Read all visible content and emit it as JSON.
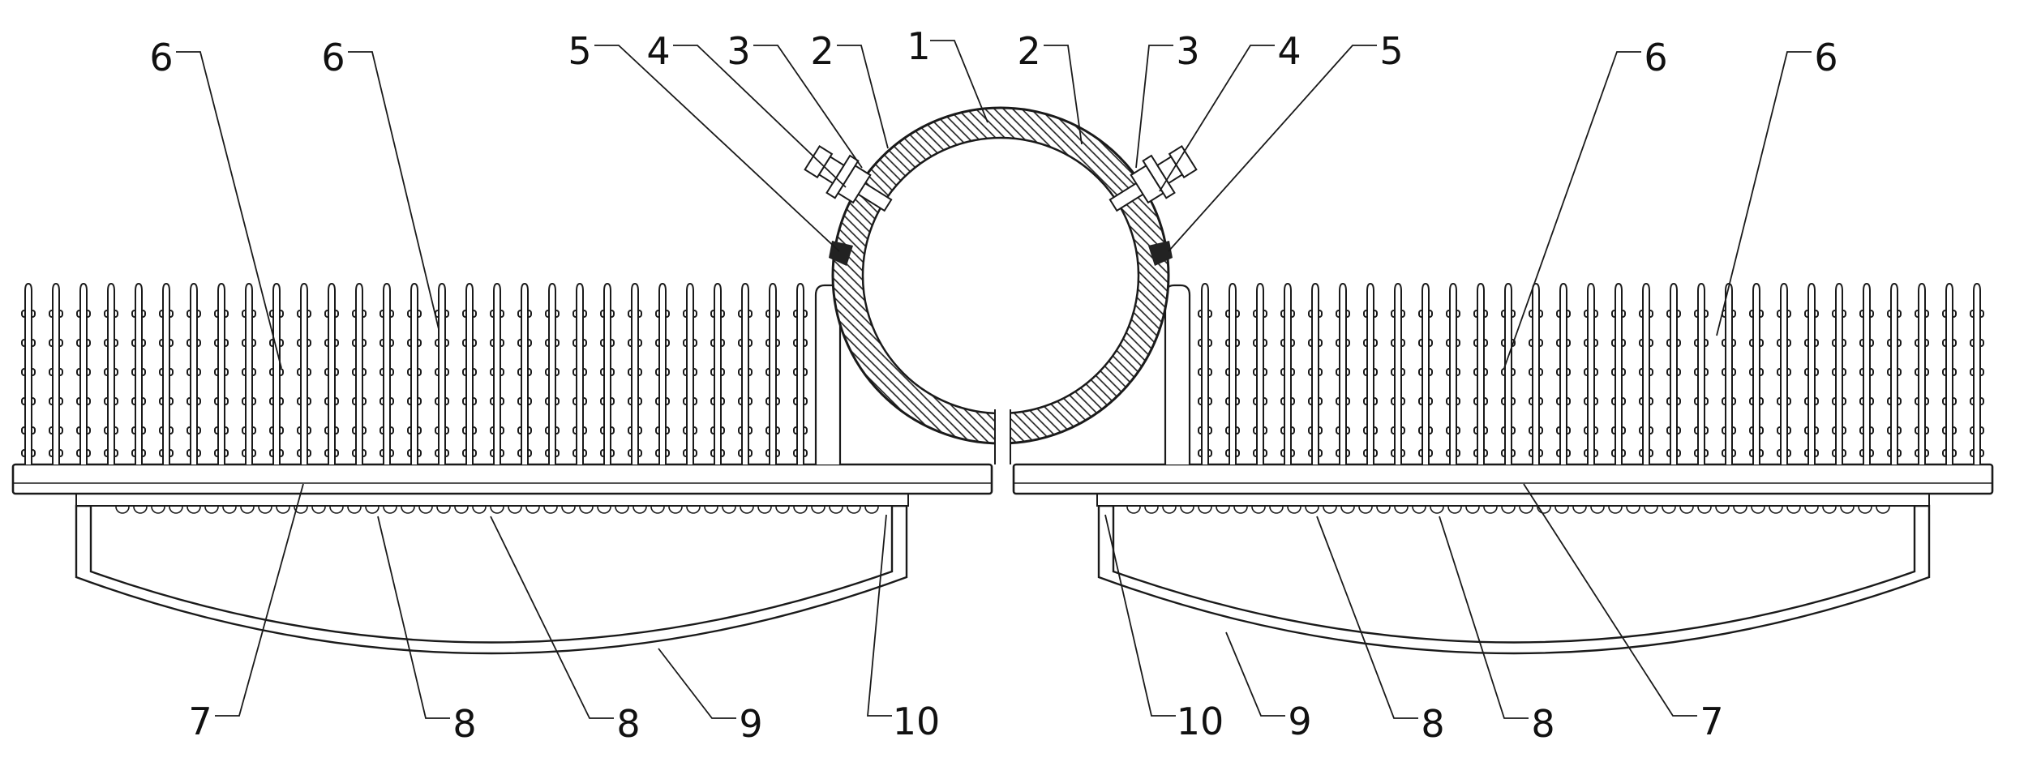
{
  "figure": {
    "description_visible_text_only": true,
    "colors": {
      "line": "#1a1a1a",
      "background": "#ffffff",
      "clamp_wedge": "#222222"
    },
    "callouts": [
      "6",
      "6",
      "5",
      "4",
      "3",
      "2",
      "1",
      "2",
      "3",
      "4",
      "5",
      "6",
      "6",
      "7",
      "8",
      "8",
      "9",
      "10",
      "10",
      "9",
      "8",
      "8",
      "7"
    ]
  }
}
